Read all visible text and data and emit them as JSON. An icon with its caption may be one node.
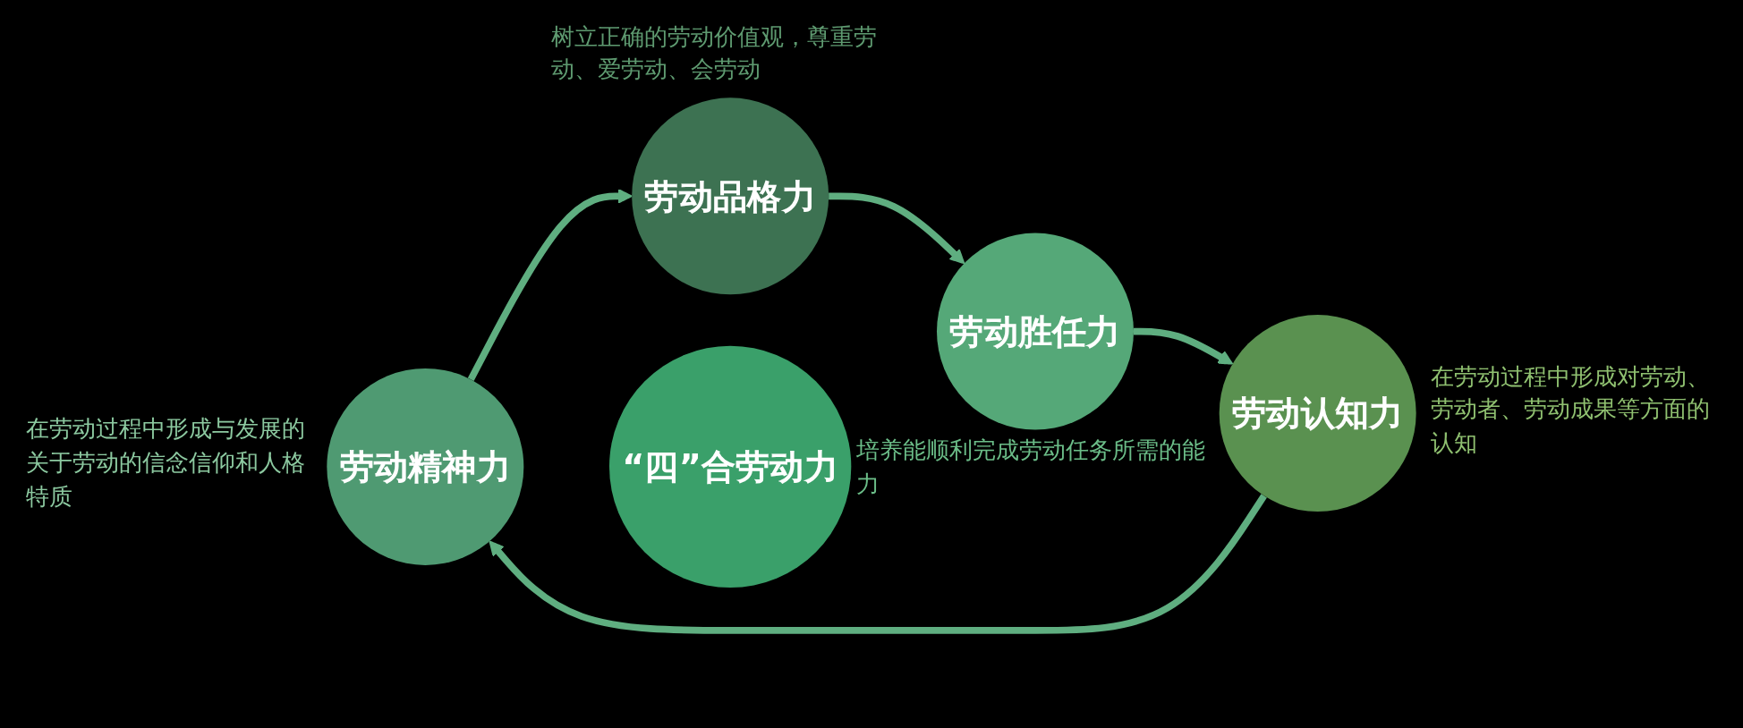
{
  "diagram": {
    "nodes": [
      {
        "text": [
          "劳动精神力"
        ],
        "beside": [
          "在劳动过程中形成与发展的关于劳动的信念信仰和人格特质"
        ]
      },
      {
        "text": [
          "劳动品格力"
        ],
        "beside": [
          "树立正确的劳动价值观，尊重劳动、爱劳动、会劳动"
        ]
      },
      {
        "text": [
          "“四”合劳动力"
        ]
      },
      {
        "text": [
          "劳动认知力"
        ],
        "beside": [
          "在劳动过程中形成对劳动、劳动者、劳动成果等方面的认知"
        ]
      },
      {
        "text": [
          "劳动胜任力"
        ],
        "beside": [
          "培养能顺利完成劳动任务所需的能力"
        ]
      }
    ],
    "edges": [
      {
        "from": 0,
        "to": 1,
        "arrow": "to"
      },
      {
        "from": 1,
        "to": 4,
        "arrow": "to"
      },
      {
        "from": 4,
        "to": 3,
        "arrow": "to"
      },
      {
        "from": 3,
        "to": 0,
        "arrow": "to"
      }
    ]
  }
}
